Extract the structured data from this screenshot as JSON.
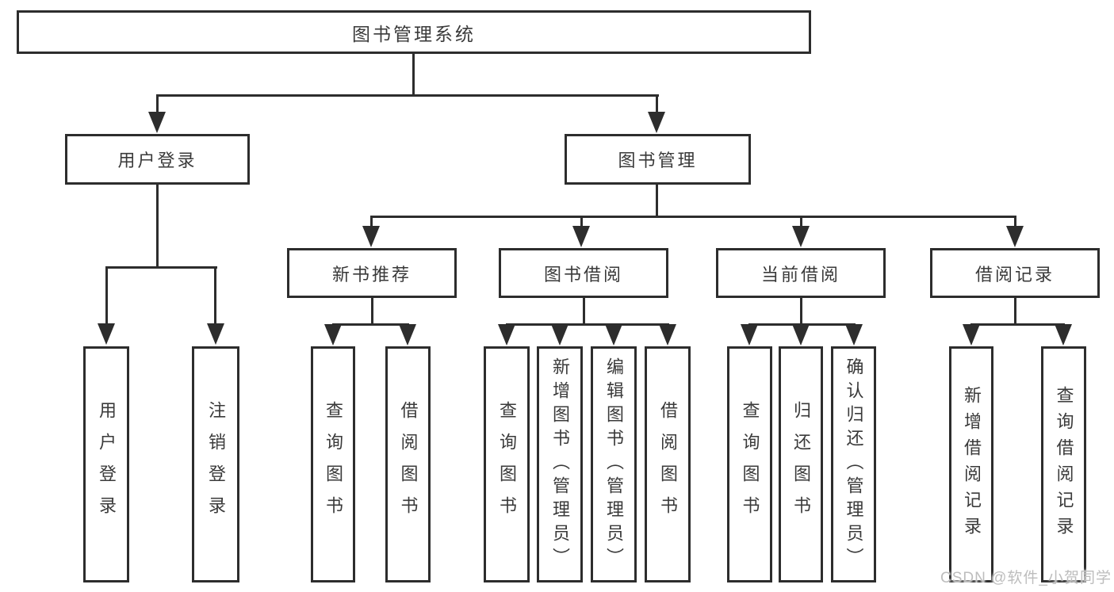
{
  "tree": {
    "root": "图书管理系统",
    "branches": [
      {
        "label": "用户登录",
        "leaves": [
          "用户登录",
          "注销登录"
        ]
      },
      {
        "label": "图书管理",
        "groups": [
          {
            "label": "新书推荐",
            "leaves": [
              "查询图书",
              "借阅图书"
            ]
          },
          {
            "label": "图书借阅",
            "leaves": [
              "查询图书",
              "新增图书（管理员）",
              "编辑图书（管理员）",
              "借阅图书"
            ]
          },
          {
            "label": "当前借阅",
            "leaves": [
              "查询图书",
              "归还图书",
              "确认归还（管理员）"
            ]
          },
          {
            "label": "借阅记录",
            "leaves": [
              "新增借阅记录",
              "查询借阅记录"
            ]
          }
        ]
      }
    ]
  },
  "watermark": {
    "text": "CSDN @软件_小贺同学"
  },
  "colors": {
    "line": "#2d2d2d",
    "text": "#3a3a3a",
    "background": "#ffffff",
    "watermark": "#bdbdbd"
  }
}
